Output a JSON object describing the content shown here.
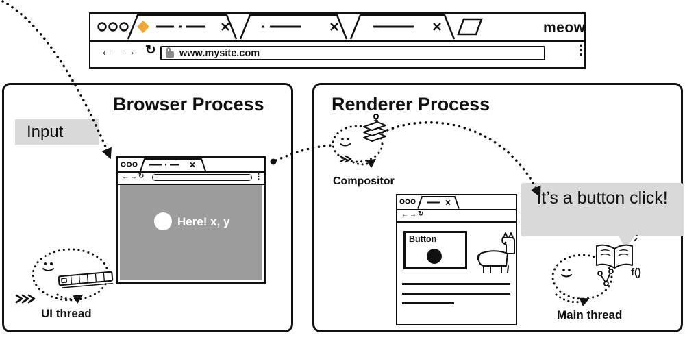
{
  "top_browser": {
    "brand": "meow",
    "url": "www.mysite.com"
  },
  "browser_process": {
    "title": "Browser Process",
    "input_label": "Input",
    "window_text": "Here! x, y",
    "ui_thread_label": "UI thread"
  },
  "renderer_process": {
    "title": "Renderer Process",
    "compositor_label": "Compositor",
    "button_label": "Button",
    "bubble_text": "It’s a button click!",
    "fn_label": "f()",
    "main_thread_label": "Main thread"
  },
  "icons": {
    "back": "←",
    "forward": "→",
    "reload": "↻",
    "kebab": "⋮"
  },
  "colors": {
    "ink": "#111111",
    "label_gray": "#d9d9d9",
    "content_gray": "#9c9c9c",
    "diamond_orange": "#f0a73a"
  }
}
